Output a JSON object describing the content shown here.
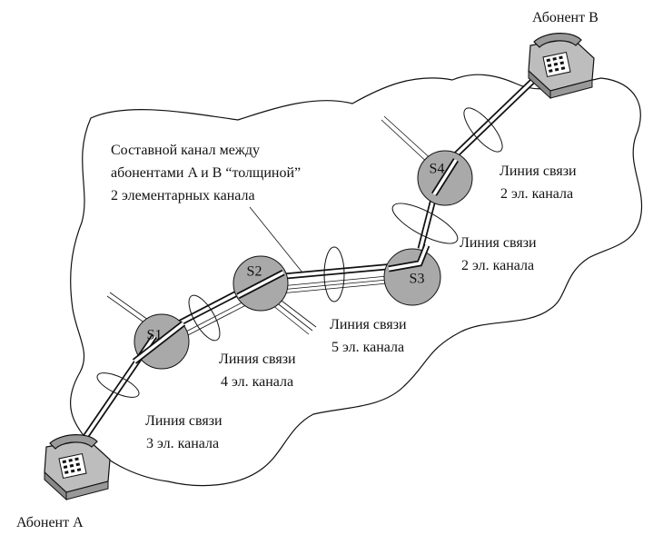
{
  "subscriber_a": "Абонент A",
  "subscriber_b": "Абонент B",
  "composite_channel": {
    "line1": "Составной канал между",
    "line2": "абонентами A и B “толщиной”",
    "line3": "2 элементарных канала"
  },
  "nodes": {
    "s1": "S1",
    "s2": "S2",
    "s3": "S3",
    "s4": "S4"
  },
  "links": {
    "a_s1": {
      "line1": "Линия связи",
      "line2": "3 эл. канала"
    },
    "s1_s2": {
      "line1": "Линия связи",
      "line2": "4 эл. канала"
    },
    "s2_s3": {
      "line1": "Линия связи",
      "line2": "5 эл. канала"
    },
    "s3_s4": {
      "line1": "Линия связи",
      "line2": "2 эл. канала"
    },
    "s4_b": {
      "line1": "Линия связи",
      "line2": "2 эл. канала"
    }
  },
  "colors": {
    "node_fill": "#a9a9a9",
    "phone_fill": "#bdbdbd",
    "stroke": "#111111"
  }
}
